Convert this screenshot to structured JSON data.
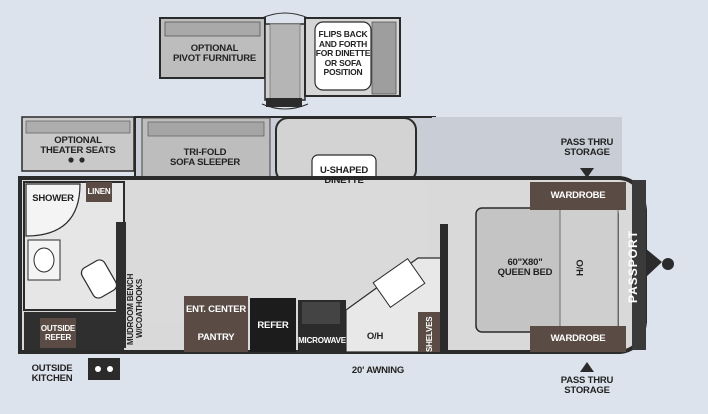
{
  "brand": {
    "logo_text": "PASSPORT"
  },
  "colors": {
    "background": "#dde3ec",
    "wall": "#2b2b2b",
    "floor": "#d9d9d9",
    "dark_cabinet": "#5a4c45",
    "upholstery": "#bdbdbd",
    "slide_room": "#c8cdd6"
  },
  "labels": {
    "optional_pivot_furniture": "OPTIONAL\nPIVOT FURNITURE",
    "flips_back_and_forth": "FLIPS BACK\nAND FORTH\nFOR DINETTE\nOR SOFA\nPOSITION",
    "optional_theater_seats": "OPTIONAL\nTHEATER SEATS",
    "tri_fold_sofa_sleeper": "TRI-FOLD\nSOFA SLEEPER",
    "u_shaped_dinette": "U-SHAPED\nDINETTE",
    "shower": "SHOWER",
    "linen": "LINEN",
    "mudroom_bench": "MUDROOM BENCH\nW/COATHOOKS",
    "outside_refer": "OUTSIDE\nREFER",
    "outside_kitchen": "OUTSIDE\nKITCHEN",
    "ent_center": "ENT. CENTER",
    "pantry": "PANTRY",
    "refer": "REFER",
    "microwave": "MICROWAVE",
    "oh": "O/H",
    "shelves": "SHELVES",
    "awning": "20' AWNING",
    "queen_bed": "60\"X80\"\nQUEEN BED",
    "ho": "H/O",
    "wardrobe_top": "WARDROBE",
    "wardrobe_bottom": "WARDROBE",
    "pass_thru_storage_top": "PASS THRU\nSTORAGE",
    "pass_thru_storage_bottom": "PASS THRU\nSTORAGE"
  }
}
